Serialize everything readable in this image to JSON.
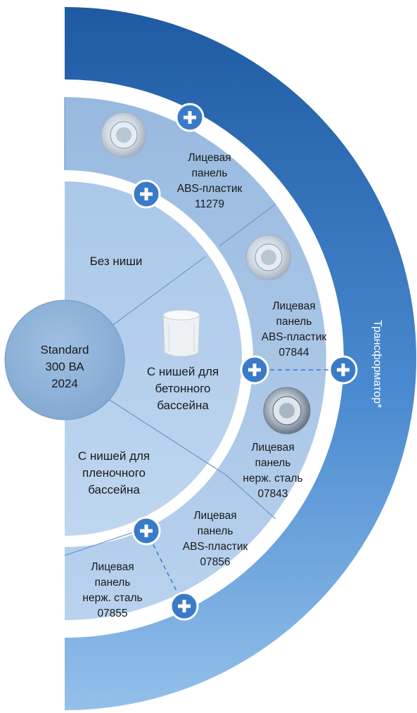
{
  "center": {
    "line1": "Standard",
    "line2": "300 ВА",
    "line3": "2024"
  },
  "inner_sectors": [
    {
      "lines": [
        "Без ниши"
      ]
    },
    {
      "lines": [
        "С нишей для",
        "бетонного",
        "бассейна"
      ]
    },
    {
      "lines": [
        "С нишей для",
        "пленочного",
        "бассейна"
      ]
    }
  ],
  "panels": [
    {
      "lines": [
        "Лицевая",
        "панель",
        "ABS-пластик",
        "11279"
      ]
    },
    {
      "lines": [
        "Лицевая",
        "панель",
        "ABS-пластик",
        "07844"
      ]
    },
    {
      "lines": [
        "Лицевая",
        "панель",
        "нерж. сталь",
        "07843"
      ]
    },
    {
      "lines": [
        "Лицевая",
        "панель",
        "ABS-пластик",
        "07856"
      ]
    },
    {
      "lines": [
        "Лицевая",
        "панель",
        "нерж. сталь",
        "07855"
      ]
    }
  ],
  "outer_ring": {
    "label": "Трансформатор*"
  },
  "plus_icon": {
    "symbol": "+"
  },
  "colors": {
    "outer_dark": "#1f5fa6",
    "outer_light": "#8dbbe6",
    "middle_ring": "#a7c4e4",
    "inner_disc": "#b6d0ec",
    "center_circle": "#8aaed4",
    "plus_fill": "#3a7bc8",
    "divider": "#5d8fc9"
  }
}
